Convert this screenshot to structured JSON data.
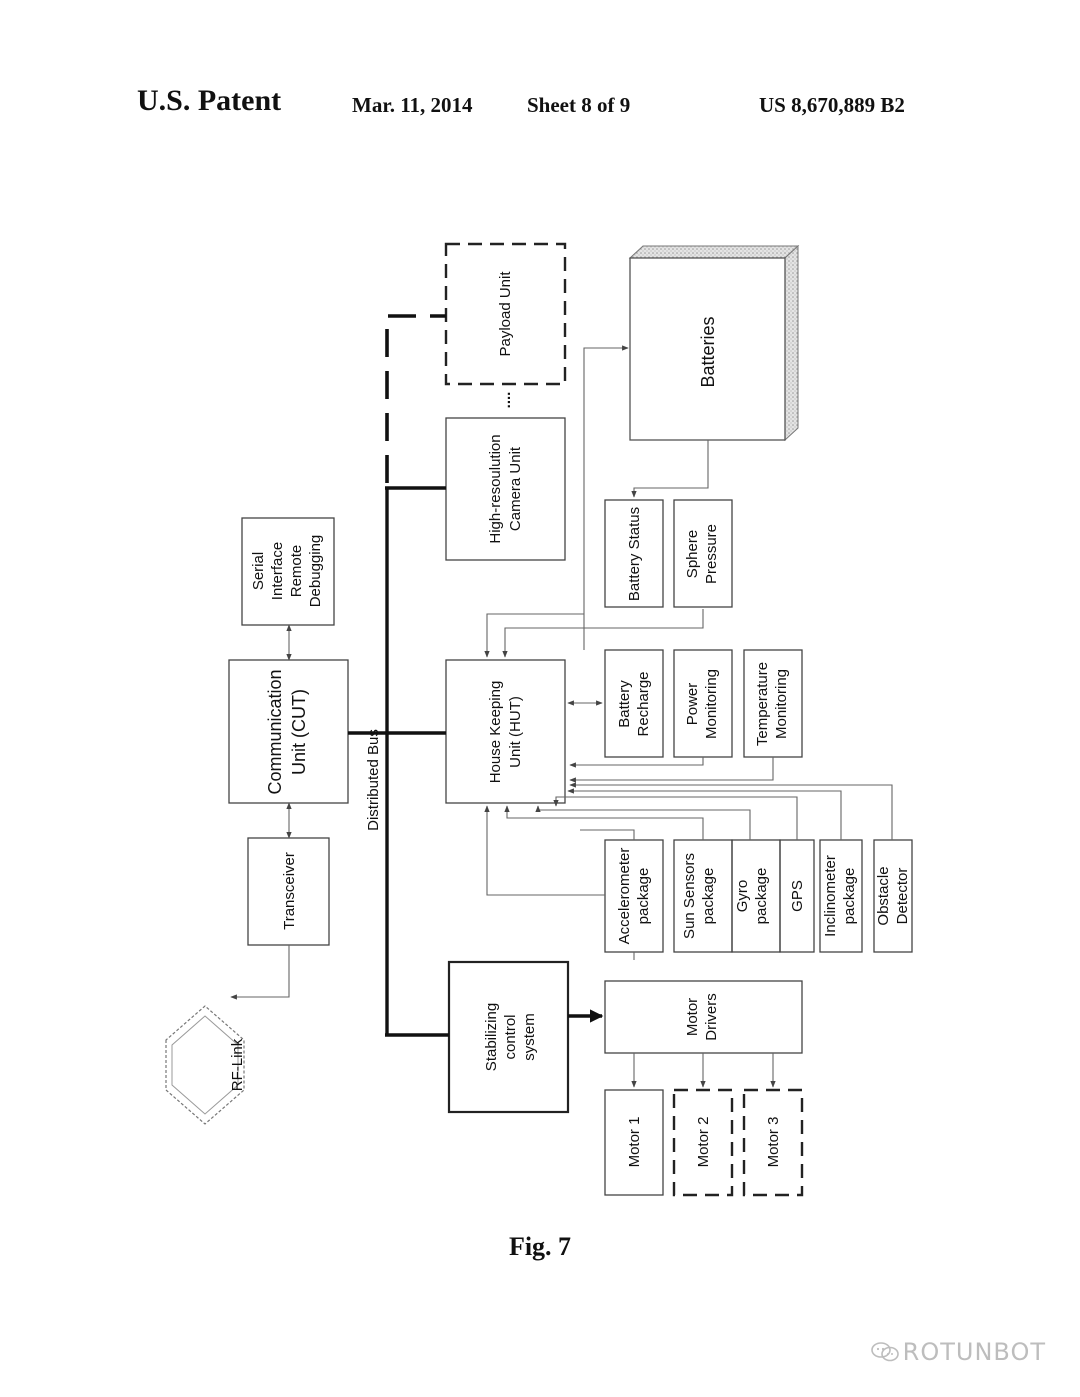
{
  "header": {
    "title": "U.S. Patent",
    "date": "Mar. 11, 2014",
    "sheet": "Sheet 8 of 9",
    "patent_number": "US 8,670,889 B2"
  },
  "figure_caption": "Fig. 7",
  "diagram": {
    "payload_unit": "Payload Unit",
    "batteries": "Batteries",
    "ellipsis": "....",
    "camera_unit": [
      "High-resoulution",
      "Camera Unit"
    ],
    "serial_interface": [
      "Serial",
      "Interface",
      "Remote",
      "Debugging"
    ],
    "battery_status": "Battery Status",
    "sphere_pressure": [
      "Sphere",
      "Pressure"
    ],
    "communication_unit": [
      "Communication",
      "Unit (CUT)"
    ],
    "distributed_bus": "Distributed Bus",
    "house_keeping_unit": [
      "House Keeping",
      "Unit (HUT)"
    ],
    "battery_recharge": [
      "Battery",
      "Recharge"
    ],
    "power_monitoring": [
      "Power",
      "Monitoring"
    ],
    "temperature_monitoring": [
      "Temperature",
      "Monitoring"
    ],
    "transceiver": "Transceiver",
    "accelerometer": [
      "Accelerometer",
      "package"
    ],
    "sun_sensors": [
      "Sun Sensors",
      "package"
    ],
    "gyro": [
      "Gyro",
      "package"
    ],
    "gps": "GPS",
    "inclinometer": [
      "Inclinometer",
      "package"
    ],
    "obstacle_detector": [
      "Obstacle",
      "Detector"
    ],
    "rf_link": "RF-Link",
    "stabilizing_control": [
      "Stabilizing",
      "control",
      "system"
    ],
    "motor_drivers": [
      "Motor",
      "Drivers"
    ],
    "motor_1": "Motor 1",
    "motor_2": "Motor 2",
    "motor_3": "Motor 3"
  },
  "watermark": "ROTUNBOT"
}
